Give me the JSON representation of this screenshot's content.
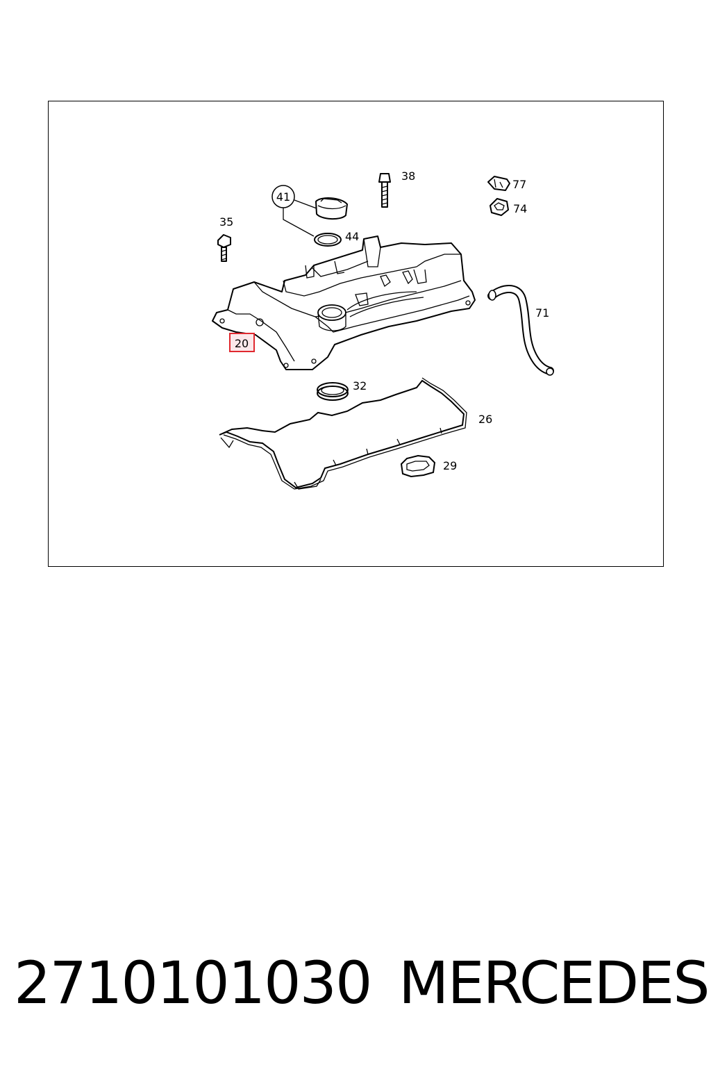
{
  "diagram": {
    "callouts": {
      "c41": "41",
      "c44": "44",
      "c38": "38",
      "c77": "77",
      "c74": "74",
      "c35": "35",
      "c71": "71",
      "c20": "20",
      "c32": "32",
      "c26": "26",
      "c29": "29"
    },
    "highlight_color": "#e0282e"
  },
  "footer": {
    "part_number": "2710101030",
    "brand": "MERCEDES"
  }
}
